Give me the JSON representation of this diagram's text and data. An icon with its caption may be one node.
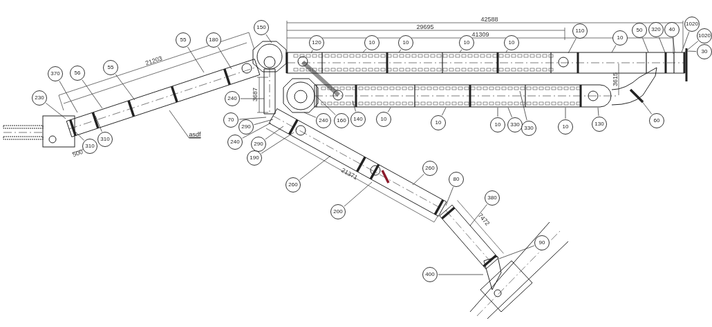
{
  "diagram": {
    "nodes": [
      {
        "text": [
          "150"
        ]
      },
      {
        "text": [
          "55"
        ]
      },
      {
        "text": [
          "180"
        ]
      },
      {
        "text": [
          "120"
        ]
      },
      {
        "text": [
          "10"
        ]
      },
      {
        "text": [
          "10"
        ]
      },
      {
        "text": [
          "10"
        ]
      },
      {
        "text": [
          "10"
        ]
      },
      {
        "text": [
          "110"
        ]
      },
      {
        "text": [
          "10"
        ]
      },
      {
        "text": [
          "50"
        ]
      },
      {
        "text": [
          "320"
        ]
      },
      {
        "text": [
          "40"
        ]
      },
      {
        "text": [
          "1020"
        ]
      },
      {
        "text": [
          "1020"
        ]
      },
      {
        "text": [
          "30"
        ]
      },
      {
        "text": [
          "370"
        ]
      },
      {
        "text": [
          "56"
        ]
      },
      {
        "text": [
          "55"
        ]
      },
      {
        "text": [
          "230"
        ]
      },
      {
        "text": [
          "240"
        ]
      },
      {
        "text": [
          "70"
        ]
      },
      {
        "text": [
          "290"
        ]
      },
      {
        "text": [
          "240"
        ]
      },
      {
        "text": [
          "290"
        ]
      },
      {
        "text": [
          "190"
        ]
      },
      {
        "text": [
          "240"
        ]
      },
      {
        "text": [
          "160"
        ]
      },
      {
        "text": [
          "140"
        ]
      },
      {
        "text": [
          "10"
        ]
      },
      {
        "text": [
          "10"
        ]
      },
      {
        "text": [
          "10"
        ]
      },
      {
        "text": [
          "330"
        ]
      },
      {
        "text": [
          "330"
        ]
      },
      {
        "text": [
          "10"
        ]
      },
      {
        "text": [
          "130"
        ]
      },
      {
        "text": [
          "60"
        ]
      },
      {
        "text": [
          "310"
        ]
      },
      {
        "text": [
          "310"
        ]
      },
      {
        "text": [
          "260"
        ]
      },
      {
        "text": [
          "260"
        ]
      },
      {
        "text": [
          "80"
        ]
      },
      {
        "text": [
          "200"
        ]
      },
      {
        "text": [
          "380"
        ]
      },
      {
        "text": [
          "90"
        ]
      },
      {
        "text": [
          "400"
        ]
      },
      {
        "text": [
          "asdf"
        ]
      },
      {
        "text": [],
        "shape": "picture"
      }
    ],
    "edges": [
      {
        "from": 0,
        "to": null,
        "arrow": "none"
      },
      {
        "from": 1,
        "to": null,
        "arrow": "none"
      },
      {
        "from": 2,
        "to": null,
        "arrow": "none"
      },
      {
        "from": 3,
        "to": null,
        "arrow": "none"
      },
      {
        "from": 4,
        "to": null,
        "arrow": "none"
      },
      {
        "from": 5,
        "to": null,
        "arrow": "none"
      },
      {
        "from": 6,
        "to": null,
        "arrow": "none"
      },
      {
        "from": 7,
        "to": null,
        "arrow": "none"
      },
      {
        "from": 8,
        "to": null,
        "arrow": "none"
      },
      {
        "from": 9,
        "to": null,
        "arrow": "none"
      },
      {
        "from": 10,
        "to": null,
        "arrow": "none"
      },
      {
        "from": 11,
        "to": null,
        "arrow": "none"
      },
      {
        "from": 12,
        "to": null,
        "arrow": "none"
      },
      {
        "from": 13,
        "to": null,
        "arrow": "none"
      },
      {
        "from": 14,
        "to": null,
        "arrow": "none"
      },
      {
        "from": 15,
        "to": null,
        "arrow": "none"
      },
      {
        "from": 16,
        "to": null,
        "arrow": "none"
      },
      {
        "from": 17,
        "to": null,
        "arrow": "none"
      },
      {
        "from": 18,
        "to": null,
        "arrow": "none"
      },
      {
        "from": 19,
        "to": null,
        "arrow": "none"
      },
      {
        "from": 20,
        "to": null,
        "arrow": "none"
      },
      {
        "from": 21,
        "to": null,
        "arrow": "none"
      },
      {
        "from": 22,
        "to": null,
        "arrow": "none"
      },
      {
        "from": 23,
        "to": null,
        "arrow": "none"
      },
      {
        "from": 24,
        "to": null,
        "arrow": "none"
      },
      {
        "from": 25,
        "to": null,
        "arrow": "none"
      },
      {
        "from": 26,
        "to": null,
        "arrow": "none"
      },
      {
        "from": 27,
        "to": null,
        "arrow": "none"
      },
      {
        "from": 28,
        "to": null,
        "arrow": "none"
      },
      {
        "from": 29,
        "to": null,
        "arrow": "none"
      },
      {
        "from": 30,
        "to": null,
        "arrow": "none"
      },
      {
        "from": 31,
        "to": null,
        "arrow": "none"
      },
      {
        "from": 32,
        "to": null,
        "arrow": "none"
      },
      {
        "from": 33,
        "to": null,
        "arrow": "none"
      },
      {
        "from": 34,
        "to": null,
        "arrow": "none"
      },
      {
        "from": 35,
        "to": null,
        "arrow": "none"
      },
      {
        "from": 36,
        "to": null,
        "arrow": "none"
      },
      {
        "from": 37,
        "to": null,
        "arrow": "none"
      },
      {
        "from": 38,
        "to": null,
        "arrow": "none"
      },
      {
        "from": 39,
        "to": null,
        "arrow": "none"
      },
      {
        "from": 40,
        "to": null,
        "arrow": "none"
      },
      {
        "from": 41,
        "to": 47,
        "arrow": "none"
      },
      {
        "from": 42,
        "to": null,
        "arrow": "none"
      },
      {
        "from": 43,
        "to": 47,
        "arrow": "none"
      },
      {
        "from": 44,
        "to": 47,
        "arrow": "none"
      },
      {
        "from": 45,
        "to": 47,
        "arrow": "none"
      },
      {
        "from": 46,
        "to": null,
        "arrow": "none"
      }
    ],
    "labels": [
      "42588",
      "29695",
      "41309",
      "21203",
      "3687",
      "3615",
      "500",
      "21371",
      "7472"
    ]
  }
}
